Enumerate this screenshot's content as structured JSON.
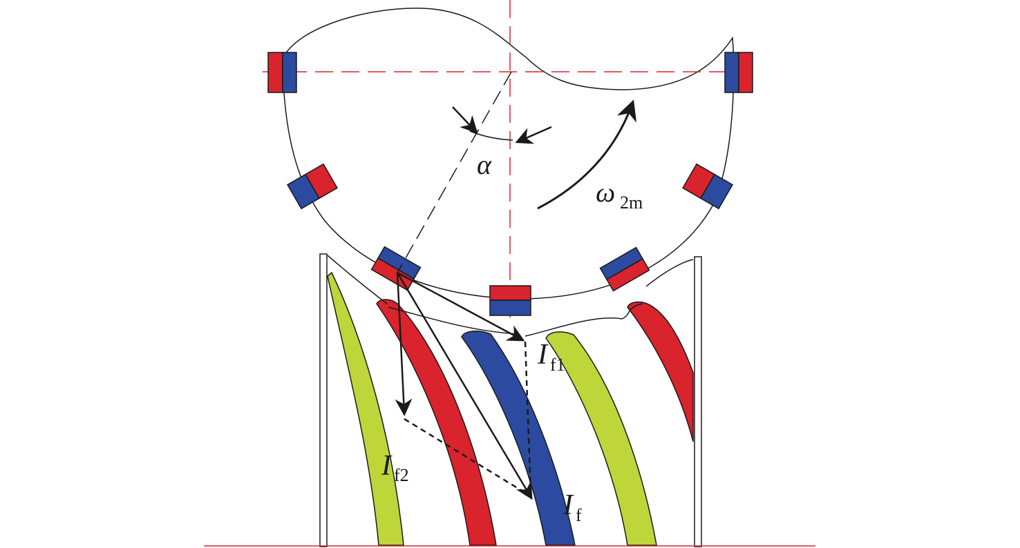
{
  "labels": {
    "alpha": "α",
    "omega_main": "ω",
    "omega_sub": "2m",
    "If1_main": "I",
    "If1_sub": "f1",
    "If2_main": "I",
    "If2_sub": "f2",
    "If_main": "I",
    "If_sub": "f"
  },
  "colors": {
    "red": "#d9232d",
    "blue": "#2c4aa0",
    "green": "#bfd63a",
    "axis": "#d9232d",
    "line": "#1a1a1a"
  }
}
